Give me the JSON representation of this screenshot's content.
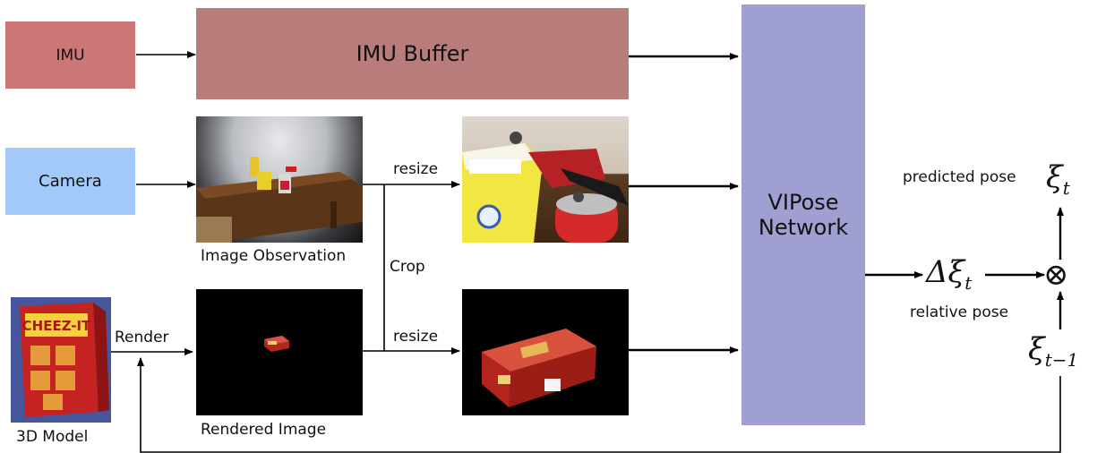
{
  "colors": {
    "imu": "#cc7777",
    "imu_buffer": "#b87c7a",
    "camera": "#a3c9fb",
    "network": "#a09fd2",
    "line": "#000000"
  },
  "nodes": {
    "imu": "IMU",
    "imu_buffer": "IMU Buffer",
    "camera": "Camera",
    "network_line1": "VIPose",
    "network_line2": "Network"
  },
  "images": {
    "observation_label": "Image Observation",
    "rendered_label": "Rendered Image",
    "model_label": "3D Model"
  },
  "edges": {
    "resize_top": "resize",
    "resize_bottom": "resize",
    "crop": "Crop",
    "render": "Render"
  },
  "pose": {
    "predicted_label": "predicted pose",
    "relative_label": "relative pose",
    "xi_t": "ξ",
    "xi_t_sub": "t",
    "delta_xi": "Δξ",
    "delta_xi_sub": "t",
    "xi_prev": "ξ",
    "xi_prev_sub": "t−1",
    "otimes": "⊗"
  }
}
